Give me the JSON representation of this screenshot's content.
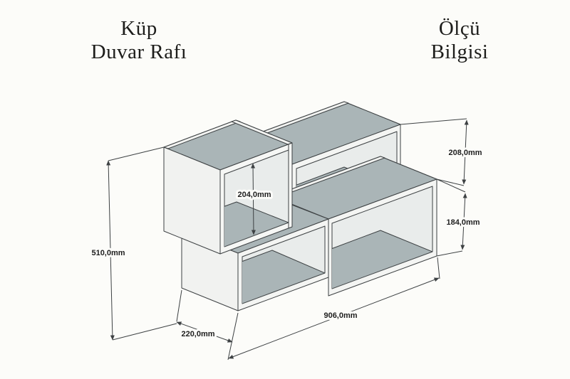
{
  "page": {
    "background_color": "#fcfcf9"
  },
  "header": {
    "left_title_line1": "Küp",
    "left_title_line2": "Duvar Rafı",
    "right_title_line1": "Ölçü",
    "right_title_line2": "Bilgisi"
  },
  "diagram": {
    "description": "Isometric dimension drawing of a staggered cube wall shelf",
    "colors": {
      "surface_top": "#aab5b7",
      "surface_face": "#f4f5f3",
      "surface_interior": "#e9eceb",
      "edge": "#3d4143"
    },
    "dimensions": {
      "total_height": "510,0mm",
      "left_cube_interior_height": "204,0mm",
      "top_shelf_interior_height": "208,0mm",
      "right_shelf_interior_height": "184,0mm",
      "total_width": "906,0mm",
      "total_depth": "220,0mm"
    }
  }
}
